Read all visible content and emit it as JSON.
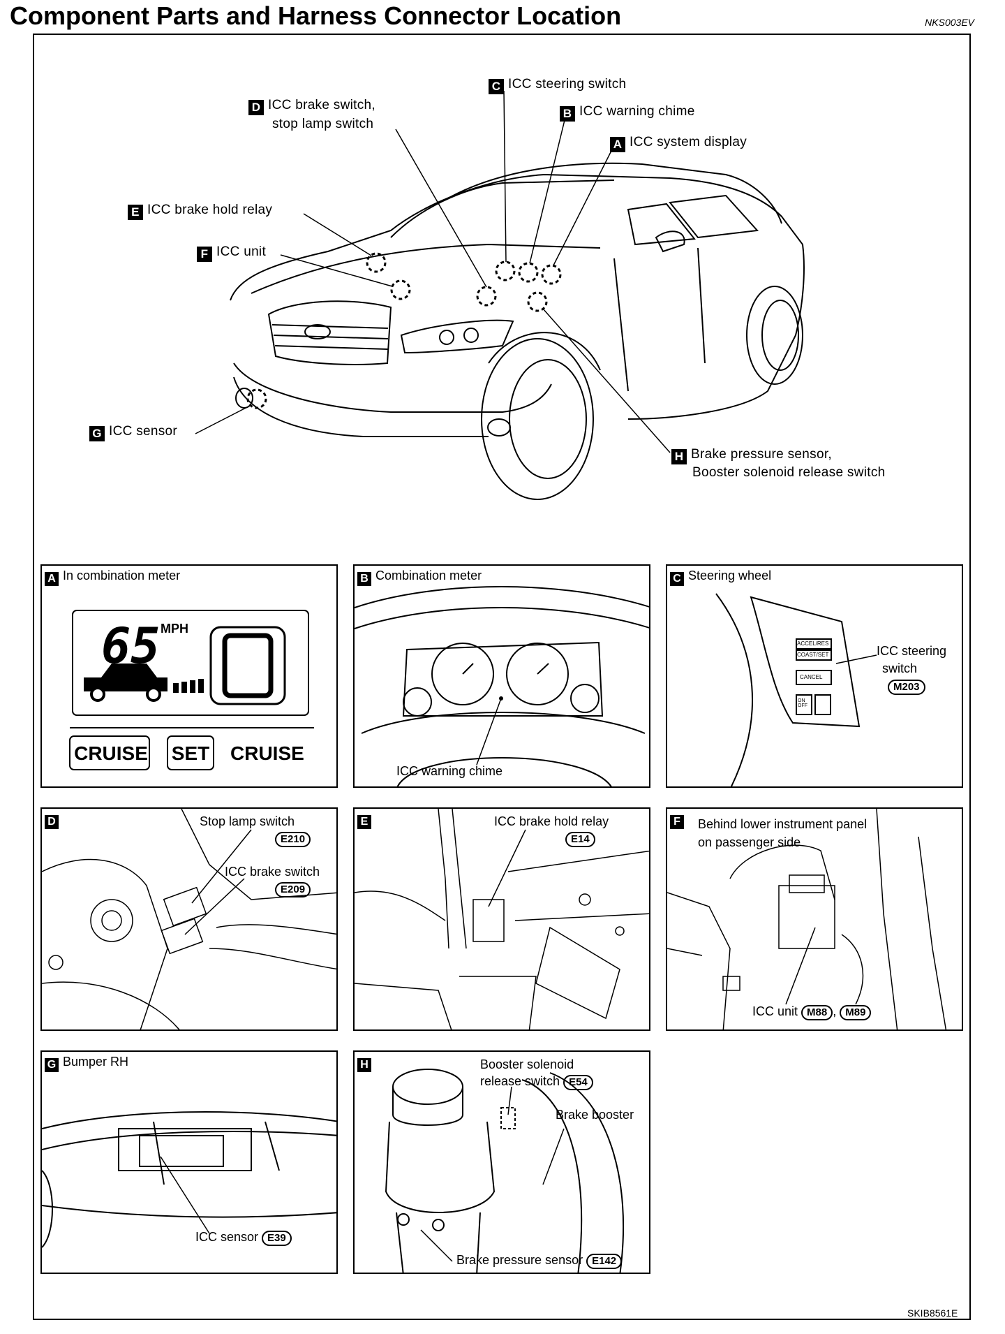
{
  "title": "Component Parts and Harness Connector Location",
  "doc_code": "NKS003EV",
  "figure_code": "SKIB8561E",
  "overview": {
    "labels": [
      {
        "key": "C",
        "text": "ICC steering switch"
      },
      {
        "key": "D",
        "text": "ICC brake switch,",
        "text2": "stop lamp switch"
      },
      {
        "key": "B",
        "text": "ICC warning chime"
      },
      {
        "key": "A",
        "text": "ICC system display"
      },
      {
        "key": "E",
        "text": "ICC brake hold relay"
      },
      {
        "key": "F",
        "text": "ICC unit"
      },
      {
        "key": "G",
        "text": "ICC sensor"
      },
      {
        "key": "H",
        "text": "Brake pressure sensor,",
        "text2": "Booster solenoid release switch"
      }
    ]
  },
  "panels": {
    "a": {
      "key": "A",
      "label": "In combination meter",
      "speed": "65",
      "unit": "MPH",
      "gear": "0",
      "btn1": "CRUISE",
      "btn2": "SET",
      "indicator": "CRUISE"
    },
    "b": {
      "key": "B",
      "label": "Combination meter",
      "callout": "ICC warning chime"
    },
    "c": {
      "key": "C",
      "label": "Steering wheel",
      "callout1": "ICC steering",
      "callout2": "switch",
      "conn": "M203",
      "btn1": "ACCEL/RES",
      "btn2": "COAST/SET",
      "btn3": "CANCEL",
      "btn4": "ON OFF"
    },
    "d": {
      "key": "D",
      "callout1": "Stop lamp switch",
      "conn1": "E210",
      "callout2": "ICC brake switch",
      "conn2": "E209"
    },
    "e": {
      "key": "E",
      "callout": "ICC brake hold relay",
      "conn": "E14"
    },
    "f": {
      "key": "F",
      "callout1": "Behind lower instrument panel",
      "callout2": "on passenger side",
      "callout3": "ICC unit",
      "conn1": "M88",
      "conn2": "M89"
    },
    "g": {
      "key": "G",
      "label": "Bumper RH",
      "callout": "ICC sensor",
      "conn": "E39"
    },
    "h": {
      "key": "H",
      "callout1": "Booster solenoid",
      "callout2": "release switch",
      "conn1": "E54",
      "callout3": "Brake booster",
      "callout4": "Brake pressure sensor",
      "conn2": "E142"
    }
  }
}
